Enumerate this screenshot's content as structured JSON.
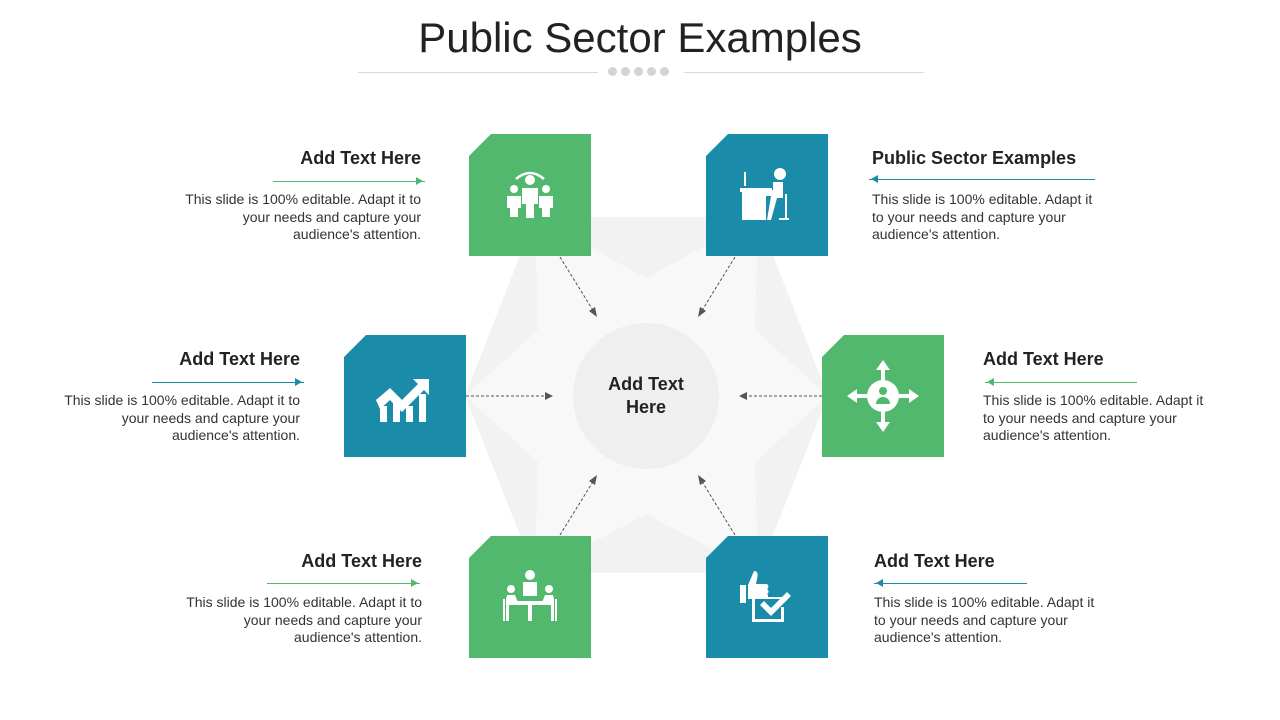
{
  "title": "Public Sector Examples",
  "center_text": "Add Text Here",
  "colors": {
    "green": "#52b86e",
    "blue": "#1a8caa"
  },
  "items": [
    {
      "title": "Add Text Here",
      "body": "This slide is 100% editable. Adapt it to your needs and capture your audience's attention.",
      "icon": "team-leader-icon"
    },
    {
      "title": "Public Sector Examples",
      "body": "This slide is 100% editable. Adapt it to your needs and capture your audience's attention.",
      "icon": "office-worker-desk-icon"
    },
    {
      "title": "Add Text Here",
      "body": "This slide is 100% editable. Adapt it to your needs and capture your audience's attention.",
      "icon": "growth-chart-icon"
    },
    {
      "title": "Add Text Here",
      "body": "This slide is 100% editable. Adapt it to your needs and capture your audience's attention.",
      "icon": "person-directions-icon"
    },
    {
      "title": "Add Text Here",
      "body": "This slide is 100% editable. Adapt it to your needs and capture your audience's attention.",
      "icon": "meeting-table-icon"
    },
    {
      "title": "Add Text Here",
      "body": "This slide is 100% editable. Adapt it to your needs and capture your audience's attention.",
      "icon": "thumbs-up-check-icon"
    }
  ]
}
